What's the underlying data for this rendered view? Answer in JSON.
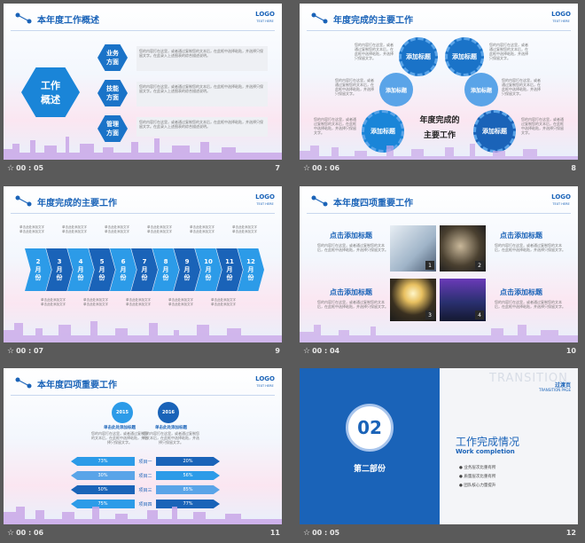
{
  "colors": {
    "primary": "#1a63b8",
    "light": "#2c9be8",
    "accent": "#5aa4e8",
    "bg": "#5a5a5a"
  },
  "logo": {
    "top": "LOGO",
    "sub": "TEXT HERE"
  },
  "slides": [
    {
      "id": "s7",
      "title": "本年度工作概述",
      "footer_left": "00 : 05",
      "footer_num": "7",
      "center_label": "工作\n概述",
      "items": [
        {
          "label": "业务\n方面",
          "text": "您的内容打在这里，或者通过复制您的文本后，在此框中选择粘贴，并选择只保留文字。在此录入上述图表的综合描述说明。"
        },
        {
          "label": "技能\n方面",
          "text": "您的内容打在这里，或者通过复制您的文本后，在此框中选择粘贴，并选择只保留文字。在此录入上述图表的综合描述说明。"
        },
        {
          "label": "管理\n方面",
          "text": "您的内容打在这里，或者通过复制您的文本后，在此框中选择粘贴，并选择只保留文字。在此录入上述图表的综合描述说明。"
        }
      ]
    },
    {
      "id": "s8",
      "title": "年度完成的主要工作",
      "footer_left": "00 : 06",
      "footer_num": "8",
      "center_text": "年度完成的\n主要工作",
      "circle_label": "添加标题",
      "desc": "您的内容打在这里，或者通过复制您的文本后，在此框中选择粘贴，并选择只保留文字。"
    },
    {
      "id": "s9",
      "title": "年度完成的主要工作",
      "footer_left": "00 : 07",
      "footer_num": "9",
      "months": [
        "2\n月\n份",
        "3\n月\n份",
        "4\n月\n份",
        "5\n月\n份",
        "6\n月\n份",
        "7\n月\n份",
        "8\n月\n份",
        "9\n月\n份",
        "10\n月\n份",
        "11\n月\n份",
        "12\n月\n份"
      ],
      "note": "单击此处添加文字\n单击此处添加文字"
    },
    {
      "id": "s10",
      "title": "本年度四项重要工作",
      "footer_left": "00 : 04",
      "footer_num": "10",
      "click_title": "点击添加标题",
      "desc": "您的内容打在这里，或者通过复制您的文本后，在此框中选择粘贴，并选择只保留文字。",
      "nums": [
        "1",
        "2",
        "3",
        "4"
      ]
    },
    {
      "id": "s11",
      "title": "本年度四项重要工作",
      "footer_left": "00 : 06",
      "footer_num": "11",
      "years": [
        "2015",
        "2016"
      ],
      "col_title": "单击此处添加标题",
      "col_text": "您的内容打在这里，或者通过复制您的文本后，在此框中选择粘贴，并选择只保留文字。",
      "rows": [
        {
          "l": "73%",
          "mid": "项目一",
          "r": "20%"
        },
        {
          "l": "30%",
          "mid": "项目二",
          "r": "56%"
        },
        {
          "l": "50%",
          "mid": "项目三",
          "r": "85%"
        },
        {
          "l": "75%",
          "mid": "项目四",
          "r": "77%"
        }
      ]
    },
    {
      "id": "s12",
      "footer_left": "00 : 05",
      "footer_num": "12",
      "number": "02",
      "part": "第二部份",
      "transition": "TRANSITION",
      "transition_cn": "过渡页",
      "transition_en": "TRANSITION PAGE",
      "heading": "工作完成情况",
      "heading_en": "Work completion",
      "bullets": [
        "业务层次比重有所",
        "质量层次比重有所",
        "团队核心力量提升"
      ]
    }
  ]
}
